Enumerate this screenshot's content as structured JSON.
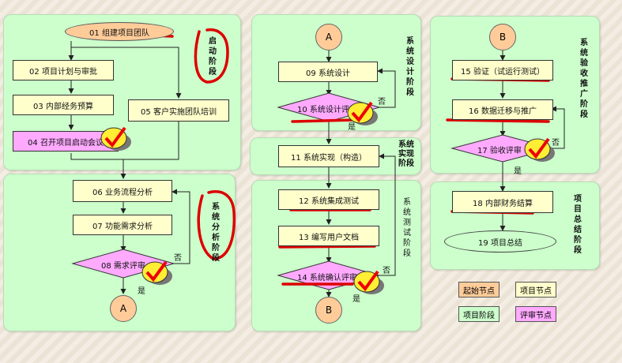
{
  "nodes": {
    "n01": "01  组建项目团队",
    "n02": "02  项目计划与审批",
    "n03": "03  内部经务预算",
    "n04": "04  召开项目启动会议",
    "n05": "05  客户实施团队培训",
    "n06": "06  业务流程分析",
    "n07": "07  功能需求分析",
    "n08": "08  需求评审",
    "n09": "09  系统设计",
    "n10": "10  系统设计评审",
    "n11": "11  系统实现（构造）",
    "n12": "12  系统集成测试",
    "n13": "13  编写用户文档",
    "n14": "14  系统确认评审",
    "n15": "15  验证（试运行测试）",
    "n16": "16  数据迁移与推广",
    "n17": "17  验收评审",
    "n18": "18  内部财务结算",
    "n19": "19  项目总结"
  },
  "connectors": {
    "a1": "A",
    "a2": "A",
    "b1": "B",
    "b2": "B"
  },
  "phases": {
    "start": "启动阶段",
    "analysis": "系统分析阶段",
    "design": "系统设计阶段",
    "implement": "系统实现阶段",
    "test": "系统测试阶段",
    "acceptance": "系统验收推广阶段",
    "summary": "项目总结阶段"
  },
  "decisions": {
    "yes": "是",
    "no": "否"
  },
  "legend": {
    "start_node": "起始节点",
    "project_node": "项目节点",
    "project_phase": "项目阶段",
    "review_node": "评审节点"
  },
  "colors": {
    "panel": "#ccffcc",
    "node": "#ffffcc",
    "review": "#ffaaff",
    "start": "#ffcc99",
    "annotation": "#dd0000"
  }
}
